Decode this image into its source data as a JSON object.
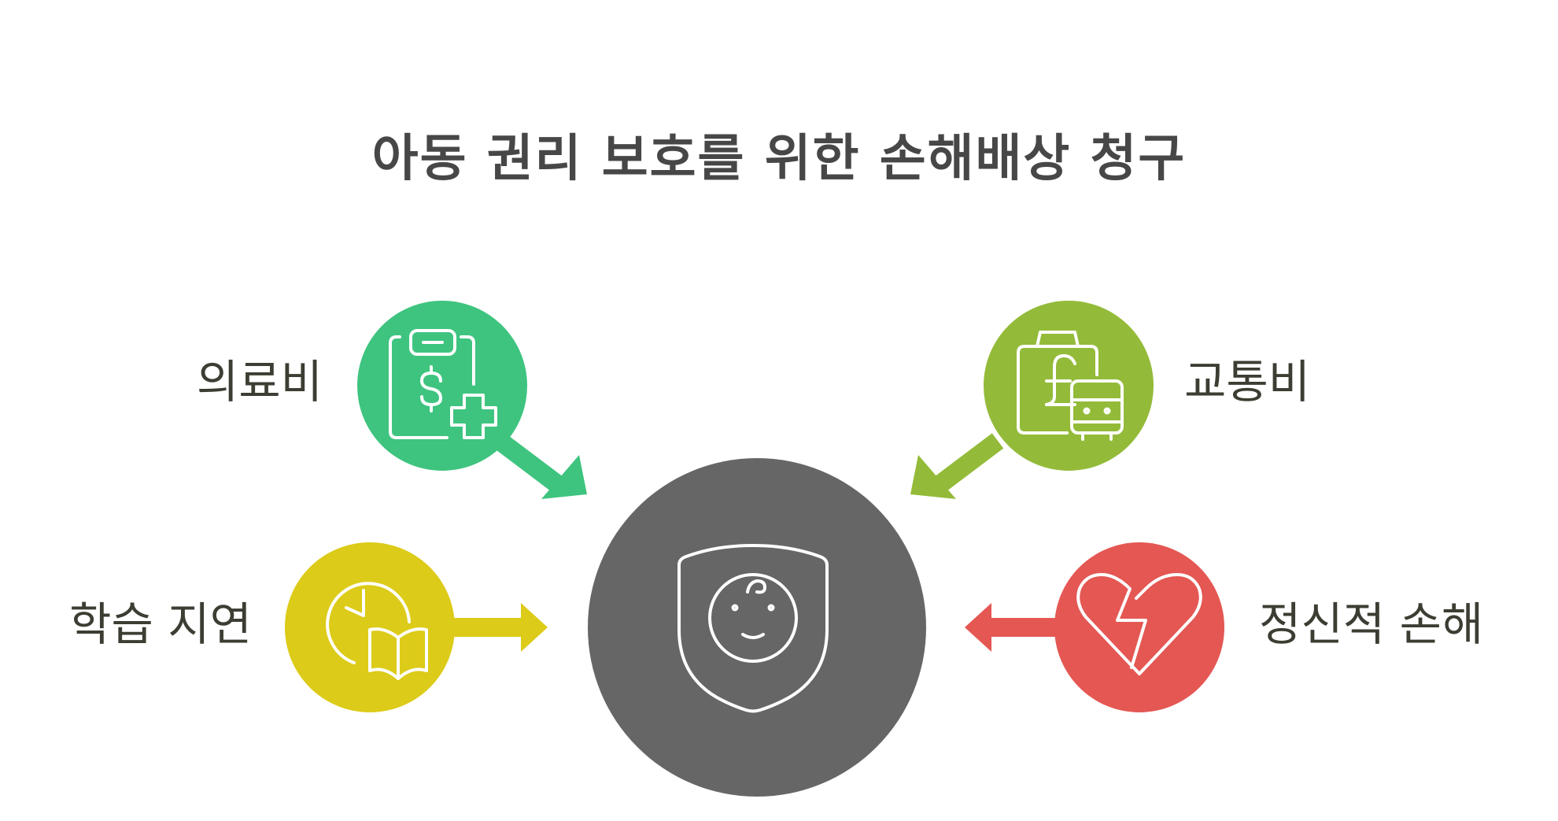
{
  "title": "아동 권리 보호를 위한 손해배상 청구",
  "colors": {
    "title_text": "#474747",
    "label_text": "#3d3d33",
    "center": "#666666",
    "icon_stroke": "#ffffff"
  },
  "center": {
    "icon": "child-shield-icon"
  },
  "items": [
    {
      "label": "의료비",
      "color": "#3ec47f",
      "icon": "medical-bill-icon"
    },
    {
      "label": "교통비",
      "color": "#93bb39",
      "icon": "travel-expense-icon"
    },
    {
      "label": "학습 지연",
      "color": "#dccb18",
      "icon": "learning-delay-icon"
    },
    {
      "label": "정신적 손해",
      "color": "#e45753",
      "icon": "broken-heart-icon"
    }
  ]
}
